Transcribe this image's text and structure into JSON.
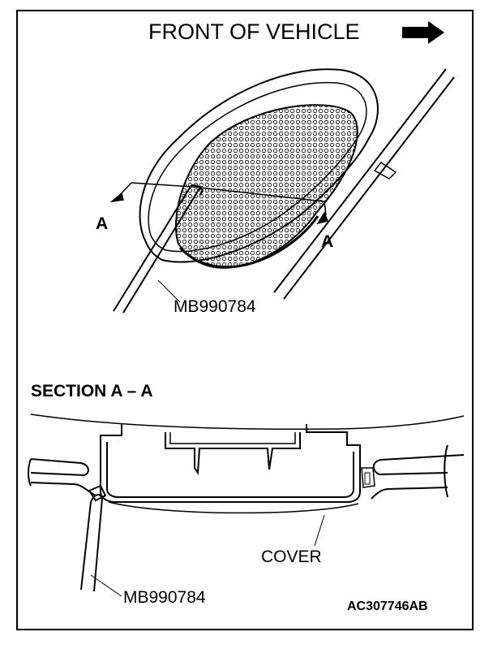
{
  "header": {
    "front_label": "FRONT OF VEHICLE",
    "arrow_icon": "right-arrow-icon"
  },
  "top_view": {
    "section_mark_left": "A",
    "section_mark_right": "A",
    "tool_label": "MB990784"
  },
  "section": {
    "title": "SECTION A – A",
    "cover_label": "COVER",
    "tool_label": "MB990784"
  },
  "figure_id": "AC307746AB",
  "colors": {
    "line": "#000000",
    "background": "#ffffff"
  }
}
